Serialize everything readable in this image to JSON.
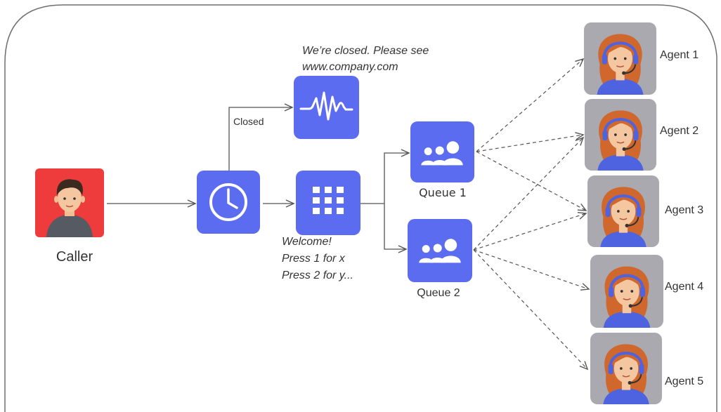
{
  "labels": {
    "caller": "Caller",
    "closed_edge": "Closed",
    "closed_message_line1": "We’re closed. Please see",
    "closed_message_line2": "www.company.com",
    "ivr_line1": "Welcome!",
    "ivr_line2": "Press 1 for x",
    "ivr_line3": "Press 2 for y...",
    "queue1": "Queue 1",
    "queue2": "Queue 2"
  },
  "agents": [
    "Agent 1",
    "Agent 2",
    "Agent 3",
    "Agent 4",
    "Agent 5"
  ],
  "icons": {
    "caller": "person-avatar-icon",
    "clock": "clock-icon",
    "audio": "audio-waveform-icon",
    "keypad": "keypad-grid-icon",
    "queue": "group-people-icon",
    "agent": "headset-agent-avatar-icon"
  },
  "colors": {
    "tile_blue": "#5B6CF0",
    "caller_red": "#EE3C3C",
    "agent_bg": "#A9A9AF",
    "hair": "#D0672C",
    "skin": "#F5C7A0",
    "border": "#6E6E6E",
    "arrow": "#555555"
  }
}
